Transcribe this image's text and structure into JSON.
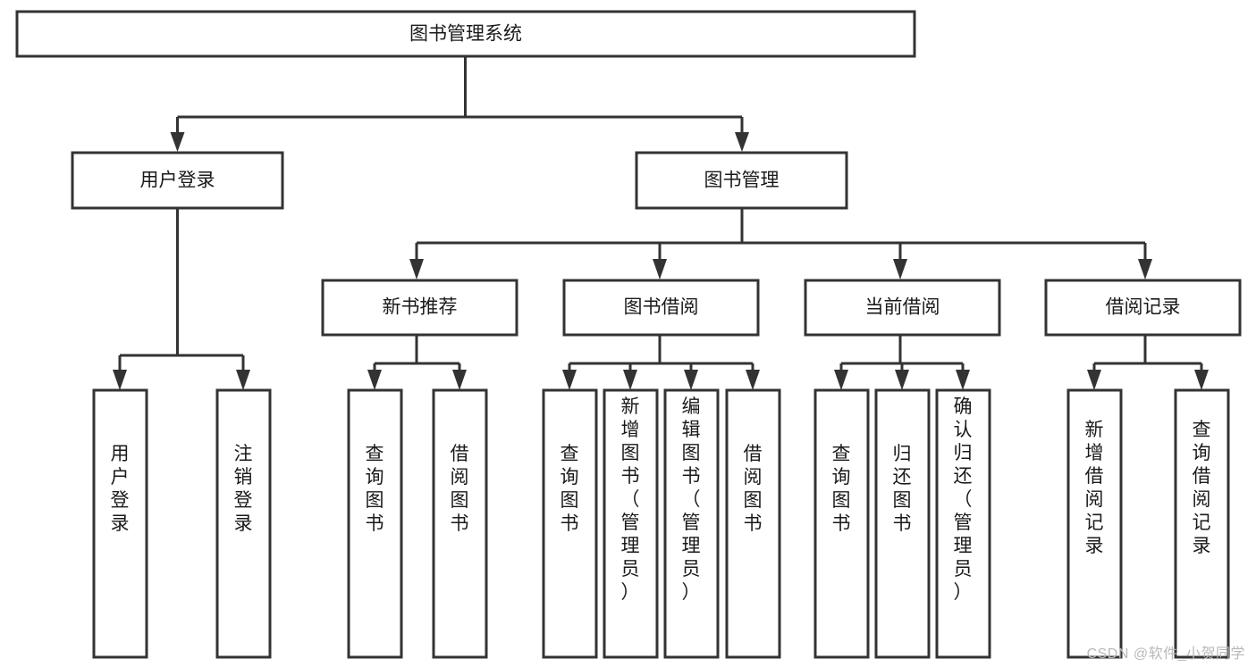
{
  "diagram": {
    "type": "tree",
    "orientation": "top-down",
    "title": "图书管理系统",
    "root": {
      "id": "root",
      "label": "图书管理系统"
    },
    "level2": [
      {
        "id": "user-login",
        "label": "用户登录"
      },
      {
        "id": "book-manage",
        "label": "图书管理"
      }
    ],
    "level3": [
      {
        "id": "new-book-rec",
        "label": "新书推荐",
        "parent": "book-manage"
      },
      {
        "id": "book-borrow",
        "label": "图书借阅",
        "parent": "book-manage"
      },
      {
        "id": "current-borrow",
        "label": "当前借阅",
        "parent": "book-manage"
      },
      {
        "id": "borrow-record",
        "label": "借阅记录",
        "parent": "book-manage"
      }
    ],
    "leaves": [
      {
        "id": "leaf-user-login",
        "label": "用户登录",
        "parent": "user-login"
      },
      {
        "id": "leaf-logout",
        "label": "注销登录",
        "parent": "user-login"
      },
      {
        "id": "leaf-query-book-1",
        "label": "查询图书",
        "parent": "new-book-rec"
      },
      {
        "id": "leaf-borrow-book-1",
        "label": "借阅图书",
        "parent": "new-book-rec"
      },
      {
        "id": "leaf-query-book-2",
        "label": "查询图书",
        "parent": "book-borrow"
      },
      {
        "id": "leaf-add-book",
        "label": "新增图书（管理员）",
        "parent": "book-borrow"
      },
      {
        "id": "leaf-edit-book",
        "label": "编辑图书（管理员）",
        "parent": "book-borrow"
      },
      {
        "id": "leaf-borrow-book-2",
        "label": "借阅图书",
        "parent": "book-borrow"
      },
      {
        "id": "leaf-query-book-3",
        "label": "查询图书",
        "parent": "current-borrow"
      },
      {
        "id": "leaf-return-book",
        "label": "归还图书",
        "parent": "current-borrow"
      },
      {
        "id": "leaf-confirm-return",
        "label": "确认归还（管理员）",
        "parent": "current-borrow"
      },
      {
        "id": "leaf-add-record",
        "label": "新增借阅记录",
        "parent": "borrow-record"
      },
      {
        "id": "leaf-query-record",
        "label": "查询借阅记录",
        "parent": "borrow-record"
      }
    ],
    "colors": {
      "stroke": "#333333",
      "fill": "#ffffff",
      "text": "#1a1a1a",
      "watermark": "#b9b9b9"
    }
  },
  "watermark": {
    "text": "CSDN @软件_小贺同学"
  }
}
